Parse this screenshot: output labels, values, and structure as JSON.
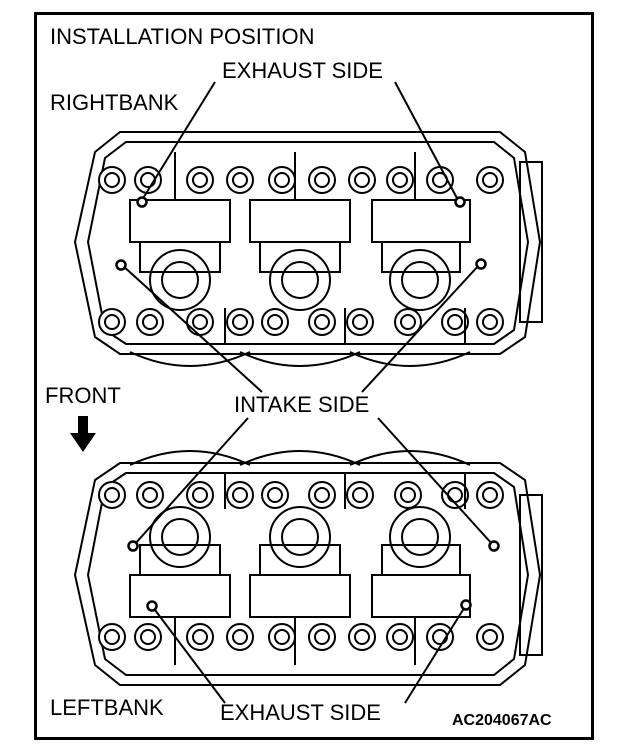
{
  "title": "INSTALLATION POSITION",
  "labels": {
    "exhaust_top": "EXHAUST SIDE",
    "right_bank": "RIGHTBANK",
    "front": "FRONT",
    "intake": "INTAKE SIDE",
    "left_bank": "LEFTBANK",
    "exhaust_bottom": "EXHAUST SIDE"
  },
  "figure_code": "AC204067AC",
  "colors": {
    "ink": "#000000",
    "paper": "#ffffff"
  }
}
